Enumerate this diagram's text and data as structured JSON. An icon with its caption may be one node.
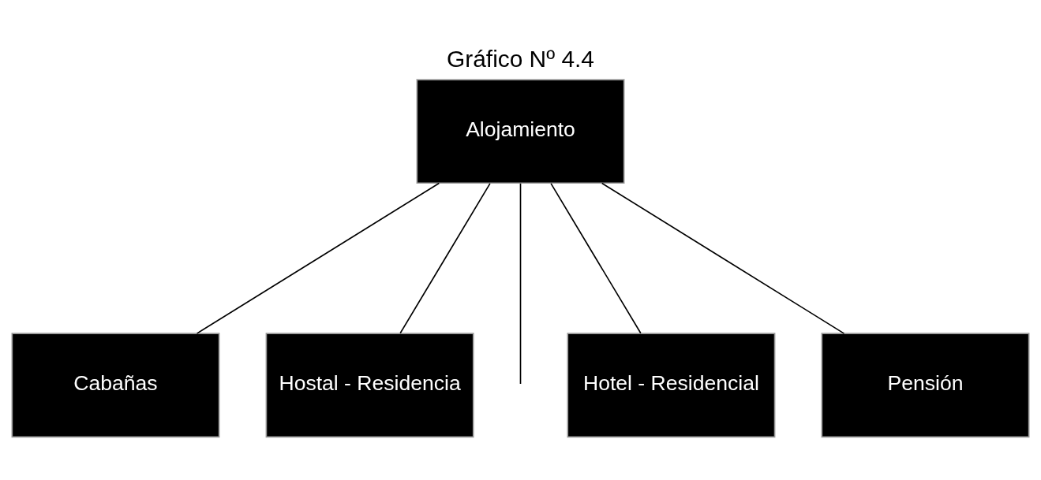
{
  "diagram": {
    "title": "Gráfico Nº 4.4",
    "nodes": [
      {
        "text": [
          "Alojamiento"
        ]
      },
      {
        "text": [
          "Cabañas"
        ]
      },
      {
        "text": [
          "Hostal - Residencia"
        ]
      },
      {
        "text": [
          "Hotel - Residencial"
        ]
      },
      {
        "text": [
          "Pensión"
        ]
      }
    ],
    "edges": [
      {
        "from": 0,
        "to": 1,
        "arrow": "none"
      },
      {
        "from": 0,
        "to": 2,
        "arrow": "none"
      },
      {
        "from": 0,
        "to": null,
        "arrow": "none"
      },
      {
        "from": 0,
        "to": 3,
        "arrow": "none"
      },
      {
        "from": 0,
        "to": 4,
        "arrow": "none"
      }
    ]
  }
}
